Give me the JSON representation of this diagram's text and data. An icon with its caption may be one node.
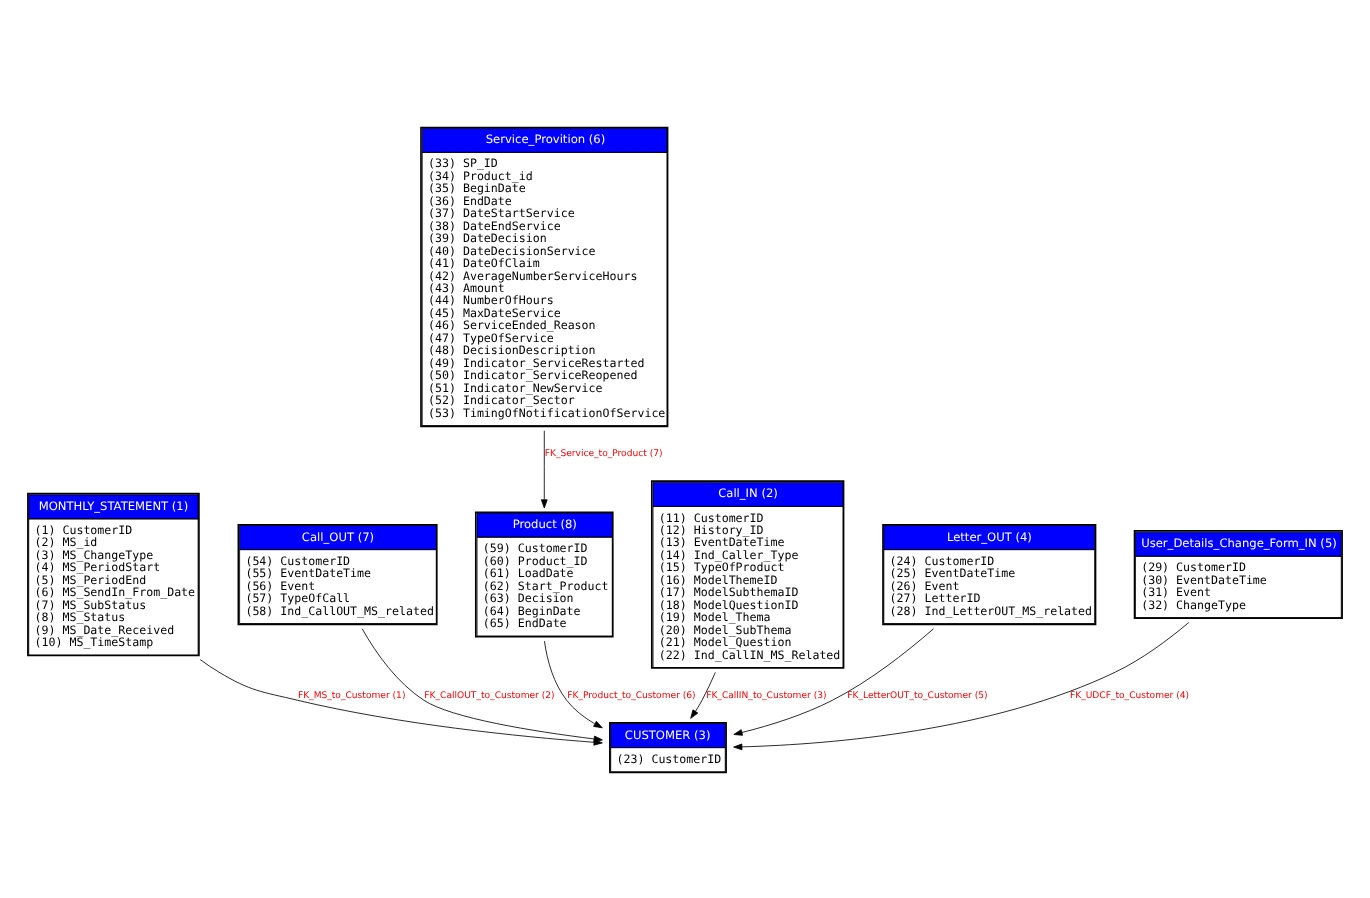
{
  "diagram": {
    "nodes": [
      {
        "text": [
          "MONTHLY_STATEMENT (1)",
          "(1) CustomerID",
          "(2) MS_id",
          "(3) MS_ChangeType",
          "(4) MS_PeriodStart",
          "(5) MS_PeriodEnd",
          "(6) MS_SendIn_From_Date",
          "(7) MS_SubStatus",
          "(8) MS_Status",
          "(9) MS_Date_Received",
          "(10) MS_TimeStamp"
        ]
      },
      {
        "text": [
          "Call_OUT (7)",
          "(54) CustomerID",
          "(55) EventDateTime",
          "(56) Event",
          "(57) TypeOfCall",
          "(58) Ind_CallOUT_MS_related"
        ]
      },
      {
        "text": [
          "Product (8)",
          "(59) CustomerID",
          "(60) Product_ID",
          "(61) LoadDate",
          "(62) Start_Product",
          "(63) Decision",
          "(64) BeginDate",
          "(65) EndDate"
        ]
      },
      {
        "text": [
          "Call_IN (2)",
          "(11) CustomerID",
          "(12) History_ID",
          "(13) EventDateTime",
          "(14) Ind_Caller_Type",
          "(15) TypeOfProduct",
          "(16) ModelThemeID",
          "(17) ModelSubthemaID",
          "(18) ModelQuestionID",
          "(19) Model_Thema",
          "(20) Model_SubThema",
          "(21) Model_Question",
          "(22) Ind_CallIN_MS_Related"
        ]
      },
      {
        "text": [
          "CUSTOMER (3)",
          "(23) CustomerID"
        ]
      },
      {
        "text": [
          "Service_Provition (6)",
          "(33) SP_ID",
          "(34) Product_id",
          "(35) BeginDate",
          "(36) EndDate",
          "(37) DateStartService",
          "(38) DateEndService",
          "(39) DateDecision",
          "(40) DateDecisionService",
          "(41) DateOfClaim",
          "(42) AverageNumberServiceHours",
          "(43) Amount",
          "(44) NumberOfHours",
          "(45) MaxDateService",
          "(46) ServiceEnded_Reason",
          "(47) TypeOfService",
          "(48) DecisionDescription",
          "(49) Indicator_ServiceRestarted",
          "(50) Indicator_ServiceReopened",
          "(51) Indicator_NewService",
          "(52) Indicator_Sector",
          "(53) TimingOfNotificationOfService"
        ]
      },
      {
        "text": [
          "Letter_OUT (4)",
          "(24) CustomerID",
          "(25) EventDateTime",
          "(26) Event",
          "(27) LetterID",
          "(28) Ind_LetterOUT_MS_related"
        ]
      },
      {
        "text": [
          "User_Details_Change_Form_IN (5)",
          "(29) CustomerID",
          "(30) EventDateTime",
          "(31) Event",
          "(32) ChangeType"
        ]
      }
    ],
    "edges": [
      {
        "from": 0,
        "to": 4,
        "arrow": "to",
        "label": "FK_MS_to_Customer (1)"
      },
      {
        "from": 1,
        "to": 4,
        "arrow": "to",
        "label": "FK_CallOUT_to_Customer (2)"
      },
      {
        "from": 2,
        "to": 4,
        "arrow": "to",
        "label": "FK_Product_to_Customer (6)"
      },
      {
        "from": 5,
        "to": 2,
        "arrow": "to",
        "label": "FK_Service_to_Product (7)"
      },
      {
        "from": 3,
        "to": 4,
        "arrow": "to",
        "label": "FK_CallIN_to_Customer (3)"
      },
      {
        "from": 6,
        "to": 4,
        "arrow": "to",
        "label": "FK_LetterOUT_to_Customer (5)"
      },
      {
        "from": 7,
        "to": 4,
        "arrow": "to",
        "label": "FK_UDCF_to_Customer (4)"
      }
    ]
  }
}
